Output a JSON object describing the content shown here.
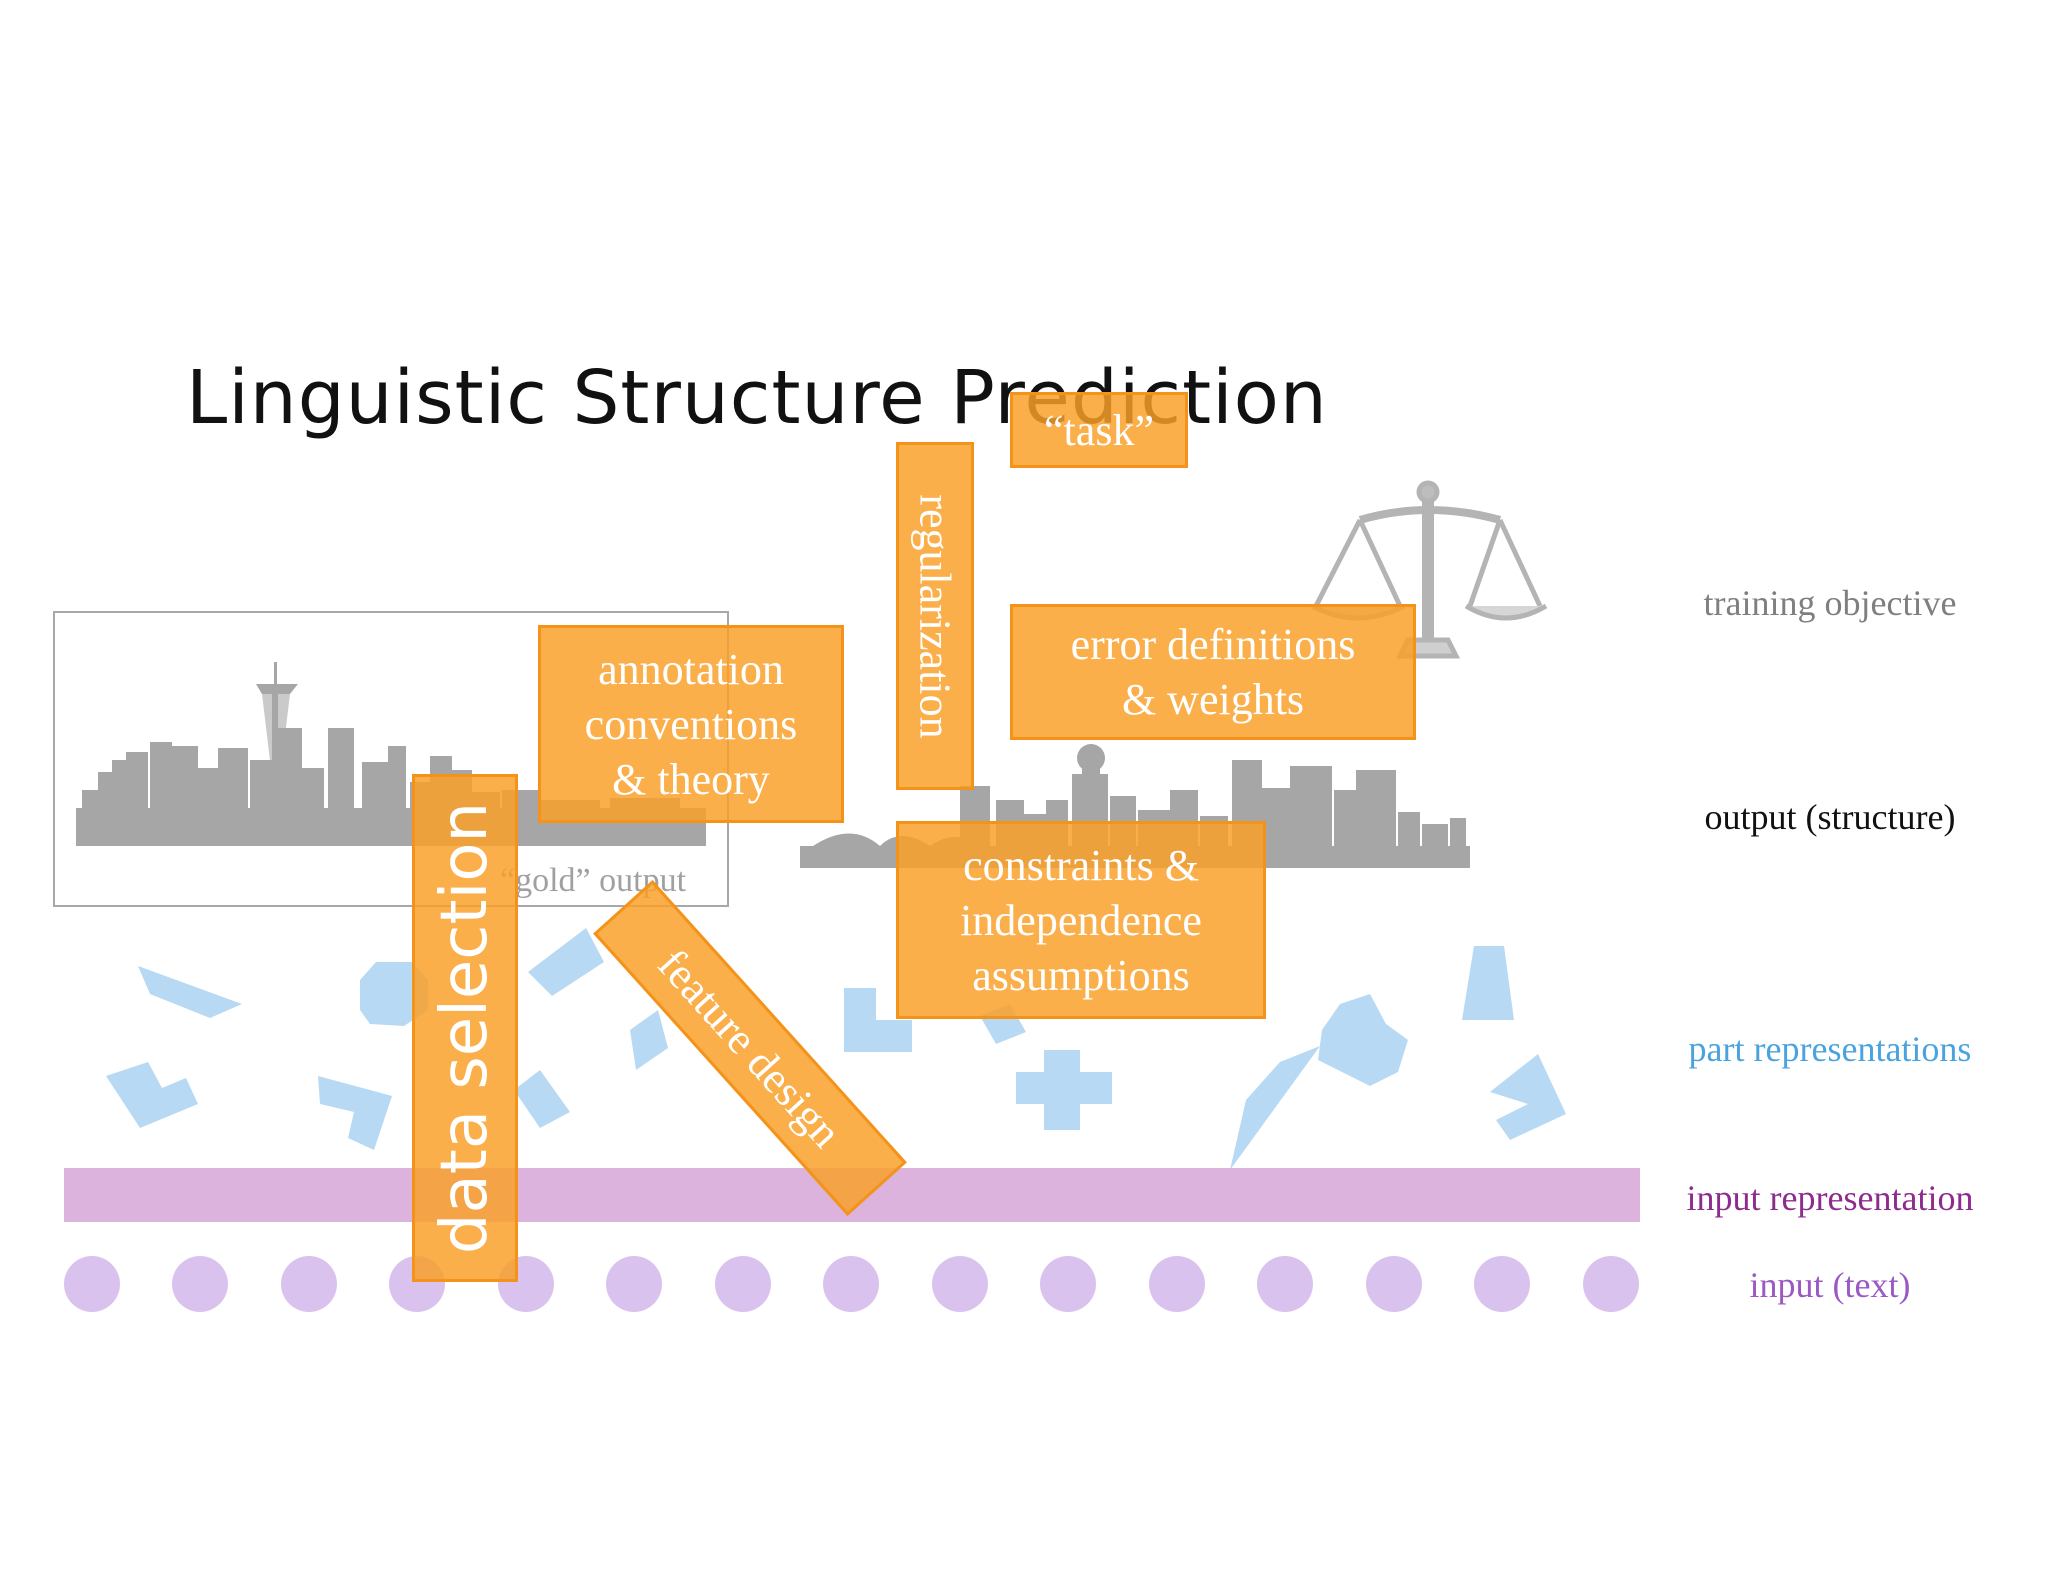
{
  "slide": {
    "title": "Linguistic Structure Prediction"
  },
  "row_labels": {
    "training_objective": "training  objective",
    "output": "output (structure)",
    "parts": "part representations",
    "input_representation": "input representation",
    "input_text": "input (text)"
  },
  "gold_output_label": "“gold” output",
  "overlays": {
    "annotation": [
      "annotation",
      "conventions",
      "& theory"
    ],
    "error": [
      "error definitions",
      "& weights"
    ],
    "constraints": [
      "constraints &",
      "independence",
      "assumptions"
    ],
    "task": "“task”",
    "regularization": "regularization",
    "data_selection": "data selection",
    "feature_design": "feature design"
  },
  "icons": {
    "scale": "balance-scale-icon",
    "skyline_gold": "city-skyline-icon",
    "skyline_output": "city-skyline-icon"
  },
  "colors": {
    "overlay_orange": "#f9a028",
    "part_blue": "#b7d9f3",
    "input_bar": "#dbb3dc",
    "input_dot": "#d9c3ee",
    "skyline_gray": "#a6a6a6"
  },
  "input_token_count": 15
}
